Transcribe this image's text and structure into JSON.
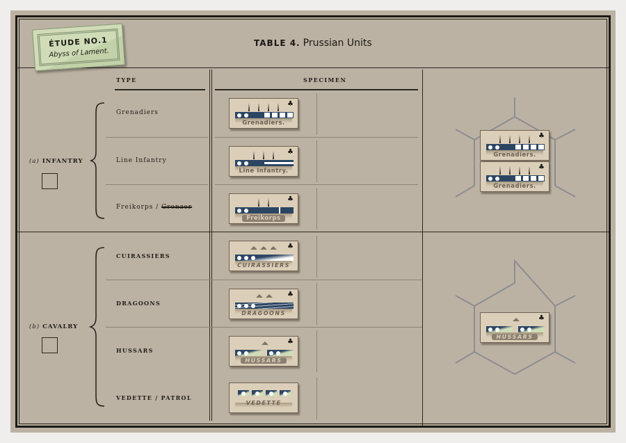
{
  "tag": {
    "title": "ÉTUDE NO.1",
    "subtitle": "Abyss of Lament."
  },
  "header": {
    "table_no": "TABLE 4.",
    "title": "Prussian Units"
  },
  "columns": {
    "type": "TYPE",
    "specimen": "SPECIMEN"
  },
  "categories": [
    {
      "letter": "(a)",
      "name": "INFANTRY",
      "types": [
        {
          "label": "Grenadiers",
          "counter": "Grenadiers."
        },
        {
          "label": "Line Infantry",
          "counter": "Line Infantry."
        },
        {
          "label": "Freikorps /",
          "struck": "Grenzer",
          "counter": "Freikorps"
        }
      ]
    },
    {
      "letter": "(b)",
      "name": "CAVALRY",
      "types": [
        {
          "label": "CUIRASSIERS",
          "counter": "CUIRASSIERS"
        },
        {
          "label": "DRAGOONS",
          "counter": "DRAGOONS"
        },
        {
          "label": "HUSSARS",
          "counter": "HUSSARS"
        },
        {
          "label": "VEDETTE / PATROL",
          "counter": "VEDETTE"
        }
      ]
    }
  ],
  "examples": {
    "infantry_stack": [
      "Grenadiers.",
      "Grenadiers."
    ],
    "cavalry": "HUSSARS"
  },
  "colors": {
    "paper": "#bcb2a3",
    "counter": "#dccfb9",
    "unit_blue": "#2c4563",
    "tag_green": "#cfdcb7"
  }
}
